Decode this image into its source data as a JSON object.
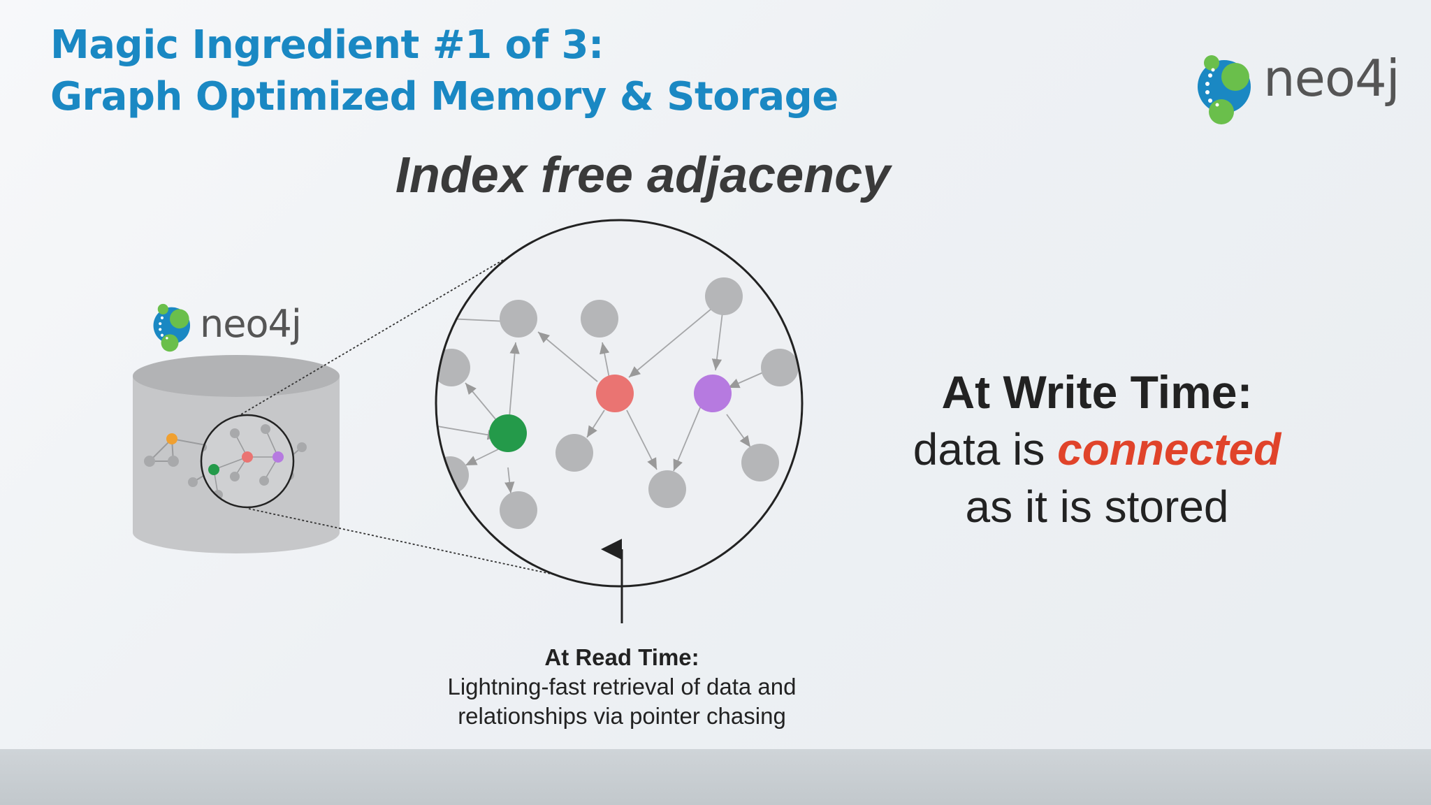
{
  "slide": {
    "title_line1": "Magic Ingredient #1 of 3:",
    "title_line2": "Graph Optimized Memory & Storage",
    "heading": "Index free adjacency"
  },
  "logo": {
    "text": "neo4j",
    "brand_colors": {
      "blue": "#1a88c3",
      "green": "#6abf4b"
    }
  },
  "write_time": {
    "title": "At Write Time:",
    "line1_prefix": "data is ",
    "line1_accent": "connected",
    "line2": "as it is stored",
    "accent_color": "#e0432a"
  },
  "read_time": {
    "title": "At Read Time:",
    "line1": "Lightning-fast retrieval of data and",
    "line2": "relationships via pointer chasing"
  },
  "graph": {
    "node_colors": {
      "default": "#b5b6b8",
      "green": "#249a4a",
      "red": "#ea7472",
      "purple": "#b67ae0",
      "orange": "#f0a030"
    }
  }
}
